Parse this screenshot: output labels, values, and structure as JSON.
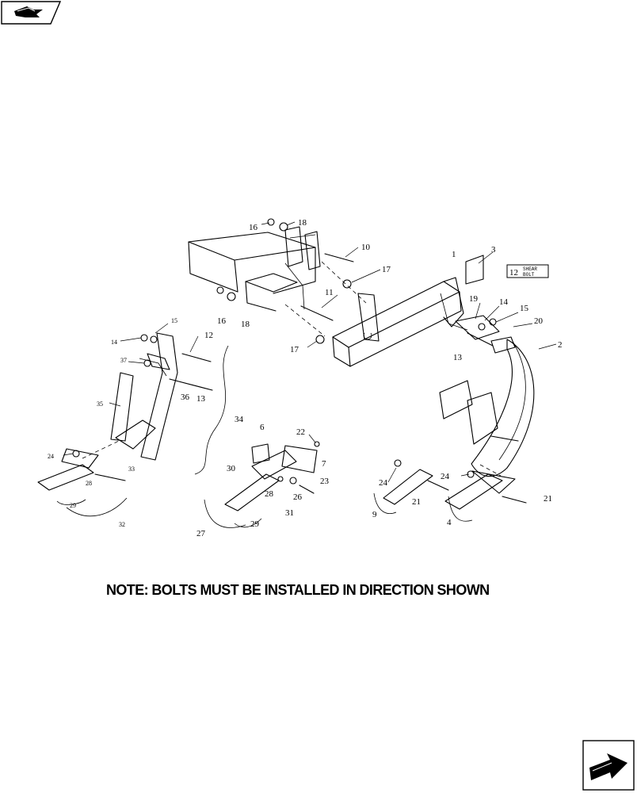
{
  "note": "NOTE:  BOLTS MUST BE INSTALLED IN DIRECTION SHOWN",
  "decal": {
    "number": "12",
    "line1": "SHEAR",
    "line2": "BOLT"
  },
  "icons": {
    "top_left": "navigation-arrow-icon",
    "bottom_right": "next-page-arrow-icon"
  },
  "callouts": {
    "c16a": "16",
    "c18a": "18",
    "c10": "10",
    "c17a": "17",
    "c1": "1",
    "c3": "3",
    "c16b": "16",
    "c18b": "18",
    "c11": "11",
    "c19": "19",
    "c14a": "14",
    "c15a": "15",
    "c20": "20",
    "c2": "2",
    "c17b": "17",
    "c13a": "13",
    "c15b": "15",
    "c14b": "14",
    "c12": "12",
    "c37": "37",
    "c36": "36",
    "c13b": "13",
    "c35": "35",
    "c34": "34",
    "c6": "6",
    "c22": "22",
    "c7": "7",
    "c24a": "24",
    "c33": "33",
    "c28a": "28",
    "c29a": "29",
    "c32": "32",
    "c30": "30",
    "c28b": "28",
    "c26": "26",
    "c23": "23",
    "c31": "31",
    "c27": "27",
    "c29b": "29",
    "c24b": "24",
    "c24c": "24",
    "c21a": "21",
    "c21b": "21",
    "c9": "9",
    "c4": "4"
  }
}
